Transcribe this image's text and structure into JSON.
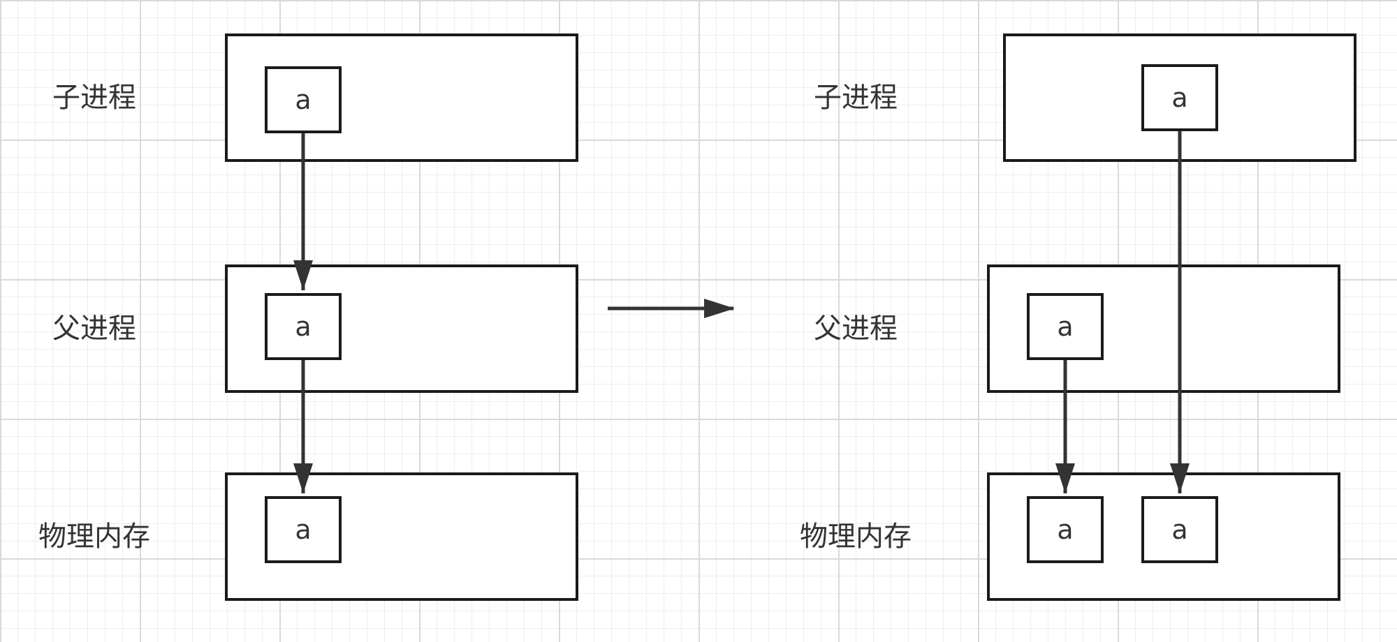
{
  "left": {
    "labels": {
      "child": "子进程",
      "parent": "父进程",
      "memory": "物理内存"
    },
    "child_var": "a",
    "parent_var": "a",
    "memory_var": "a"
  },
  "right": {
    "labels": {
      "child": "子进程",
      "parent": "父进程",
      "memory": "物理内存"
    },
    "child_var": "a",
    "parent_var": "a",
    "memory_vars": [
      "a",
      "a"
    ]
  },
  "colors": {
    "stroke": "#1a1a1a",
    "text": "#333333",
    "grid": "#d9d9d9"
  }
}
